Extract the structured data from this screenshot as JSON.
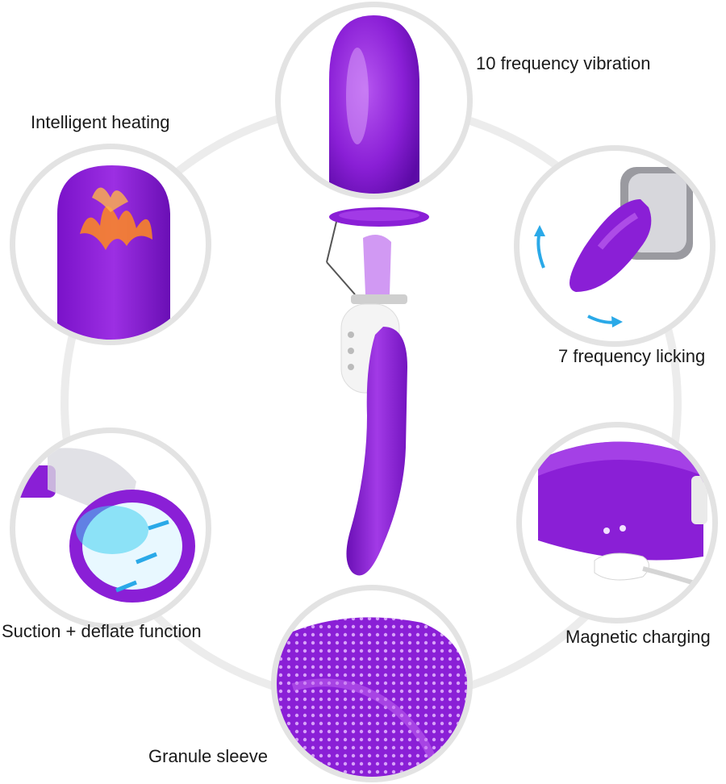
{
  "features": {
    "vibration": "10 frequency vibration",
    "heating": "Intelligent heating",
    "licking": "7 frequency licking",
    "suction": "Suction + deflate function",
    "charging": "Magnetic charging",
    "sleeve": "Granule sleeve"
  },
  "colors": {
    "purple": "#8a1fd6",
    "purple_dark": "#5c0aa6",
    "purple_light": "#c46af2",
    "ring": "#e3e3e3",
    "flame": "#ff8a1e",
    "water": "#3fd0f0",
    "arrow": "#2aa9e8"
  }
}
